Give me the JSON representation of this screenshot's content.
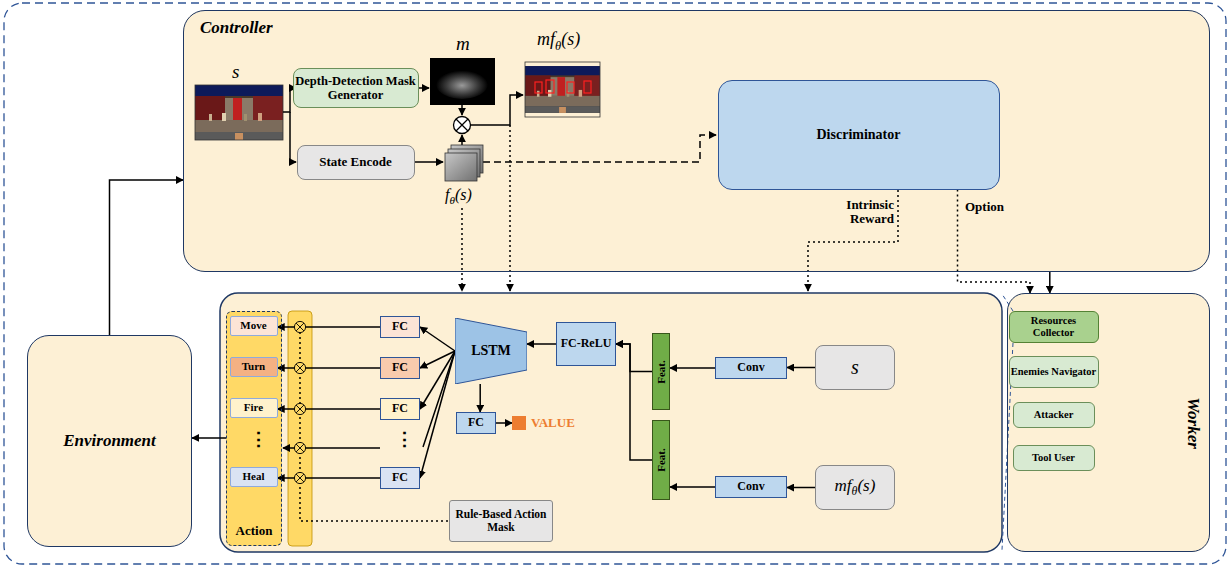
{
  "diagram": {
    "nodes": [
      {
        "text": [
          "Controller"
        ]
      },
      {
        "text": [
          "Depth-Detection Mask Generator"
        ],
        "in": 0
      },
      {
        "text": [
          "State Encode"
        ],
        "in": 0
      },
      {
        "text": [
          "Discriminator"
        ],
        "in": 0
      },
      {
        "text": [
          "Worker"
        ]
      },
      {
        "text": [
          "Resources Collector"
        ],
        "in": 4
      },
      {
        "text": [
          "Enemies Navigator"
        ],
        "in": 4
      },
      {
        "text": [
          "Attacker"
        ],
        "in": 4
      },
      {
        "text": [
          "Tool User"
        ],
        "in": 4
      },
      {
        "text": [
          "Environment"
        ]
      },
      {
        "text": [
          "Action"
        ]
      },
      {
        "text": [
          "Move"
        ],
        "in": 10
      },
      {
        "text": [
          "Turn"
        ],
        "in": 10
      },
      {
        "text": [
          "Fire"
        ],
        "in": 10
      },
      {
        "text": [
          "Heal"
        ],
        "in": 10
      },
      {
        "text": [
          "FC"
        ]
      },
      {
        "text": [
          "FC"
        ]
      },
      {
        "text": [
          "FC"
        ]
      },
      {
        "text": [
          "FC"
        ]
      },
      {
        "text": [
          "LSTM"
        ]
      },
      {
        "text": [
          "FC"
        ]
      },
      {
        "text": [
          "VALUE"
        ]
      },
      {
        "text": [
          "FC-ReLU"
        ]
      },
      {
        "text": [
          "Feat."
        ]
      },
      {
        "text": [
          "Feat."
        ]
      },
      {
        "text": [
          "Conv"
        ]
      },
      {
        "text": [
          "Conv"
        ]
      },
      {
        "text": [
          "s"
        ]
      },
      {
        "text": [
          "mfθ(s)"
        ]
      },
      {
        "text": [
          "Rule-Based Action Mask"
        ]
      }
    ],
    "edges": [
      {
        "from": 9,
        "to": 0,
        "arrow": "to"
      },
      {
        "from": 10,
        "to": 9,
        "arrow": "to"
      },
      {
        "from": 0,
        "to": 4,
        "arrow": "to"
      },
      {
        "from": 3,
        "to": 4,
        "arrow": "to",
        "label": "Option"
      },
      {
        "from": 27,
        "to": 25,
        "arrow": "to"
      },
      {
        "from": 28,
        "to": 26,
        "arrow": "to"
      },
      {
        "from": 25,
        "to": 23,
        "arrow": "to"
      },
      {
        "from": 26,
        "to": 24,
        "arrow": "to"
      },
      {
        "from": 23,
        "to": 22,
        "arrow": "to"
      },
      {
        "from": 24,
        "to": 22,
        "arrow": "to"
      },
      {
        "from": 22,
        "to": 19,
        "arrow": "to"
      },
      {
        "from": 19,
        "to": 15,
        "arrow": "to"
      },
      {
        "from": 19,
        "to": 16,
        "arrow": "to"
      },
      {
        "from": 19,
        "to": 17,
        "arrow": "to"
      },
      {
        "from": 19,
        "to": 18,
        "arrow": "to"
      },
      {
        "from": 19,
        "to": 20,
        "arrow": "to"
      },
      {
        "from": 20,
        "to": 21,
        "arrow": "to"
      },
      {
        "from": 15,
        "to": 11,
        "arrow": "to"
      },
      {
        "from": 16,
        "to": 12,
        "arrow": "to"
      },
      {
        "from": 17,
        "to": 13,
        "arrow": "to"
      },
      {
        "from": 18,
        "to": 14,
        "arrow": "to"
      }
    ],
    "labels": [
      "s",
      "m",
      "mfθ(s)",
      "fθ(s)",
      "Intrinsic Reward",
      "⋮",
      "⋮"
    ]
  }
}
